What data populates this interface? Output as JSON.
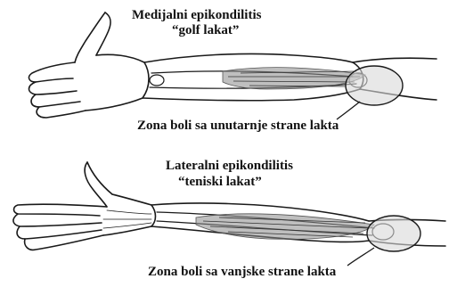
{
  "colors": {
    "ink": "#1a1a1a",
    "muscle": "#8a8a8a",
    "pain_zone": "#d9d9d9",
    "background": "#ffffff"
  },
  "panels": [
    {
      "id": "medial",
      "title_line1": "Medijalni epikondilitis",
      "title_line2": "“golf lakat”",
      "zone_label": "Zona boli sa unutarnje strane lakta"
    },
    {
      "id": "lateral",
      "title_line1": "Lateralni epikondilitis",
      "title_line2": "“teniski lakat”",
      "zone_label": "Zona boli sa vanjske strane lakta"
    }
  ]
}
